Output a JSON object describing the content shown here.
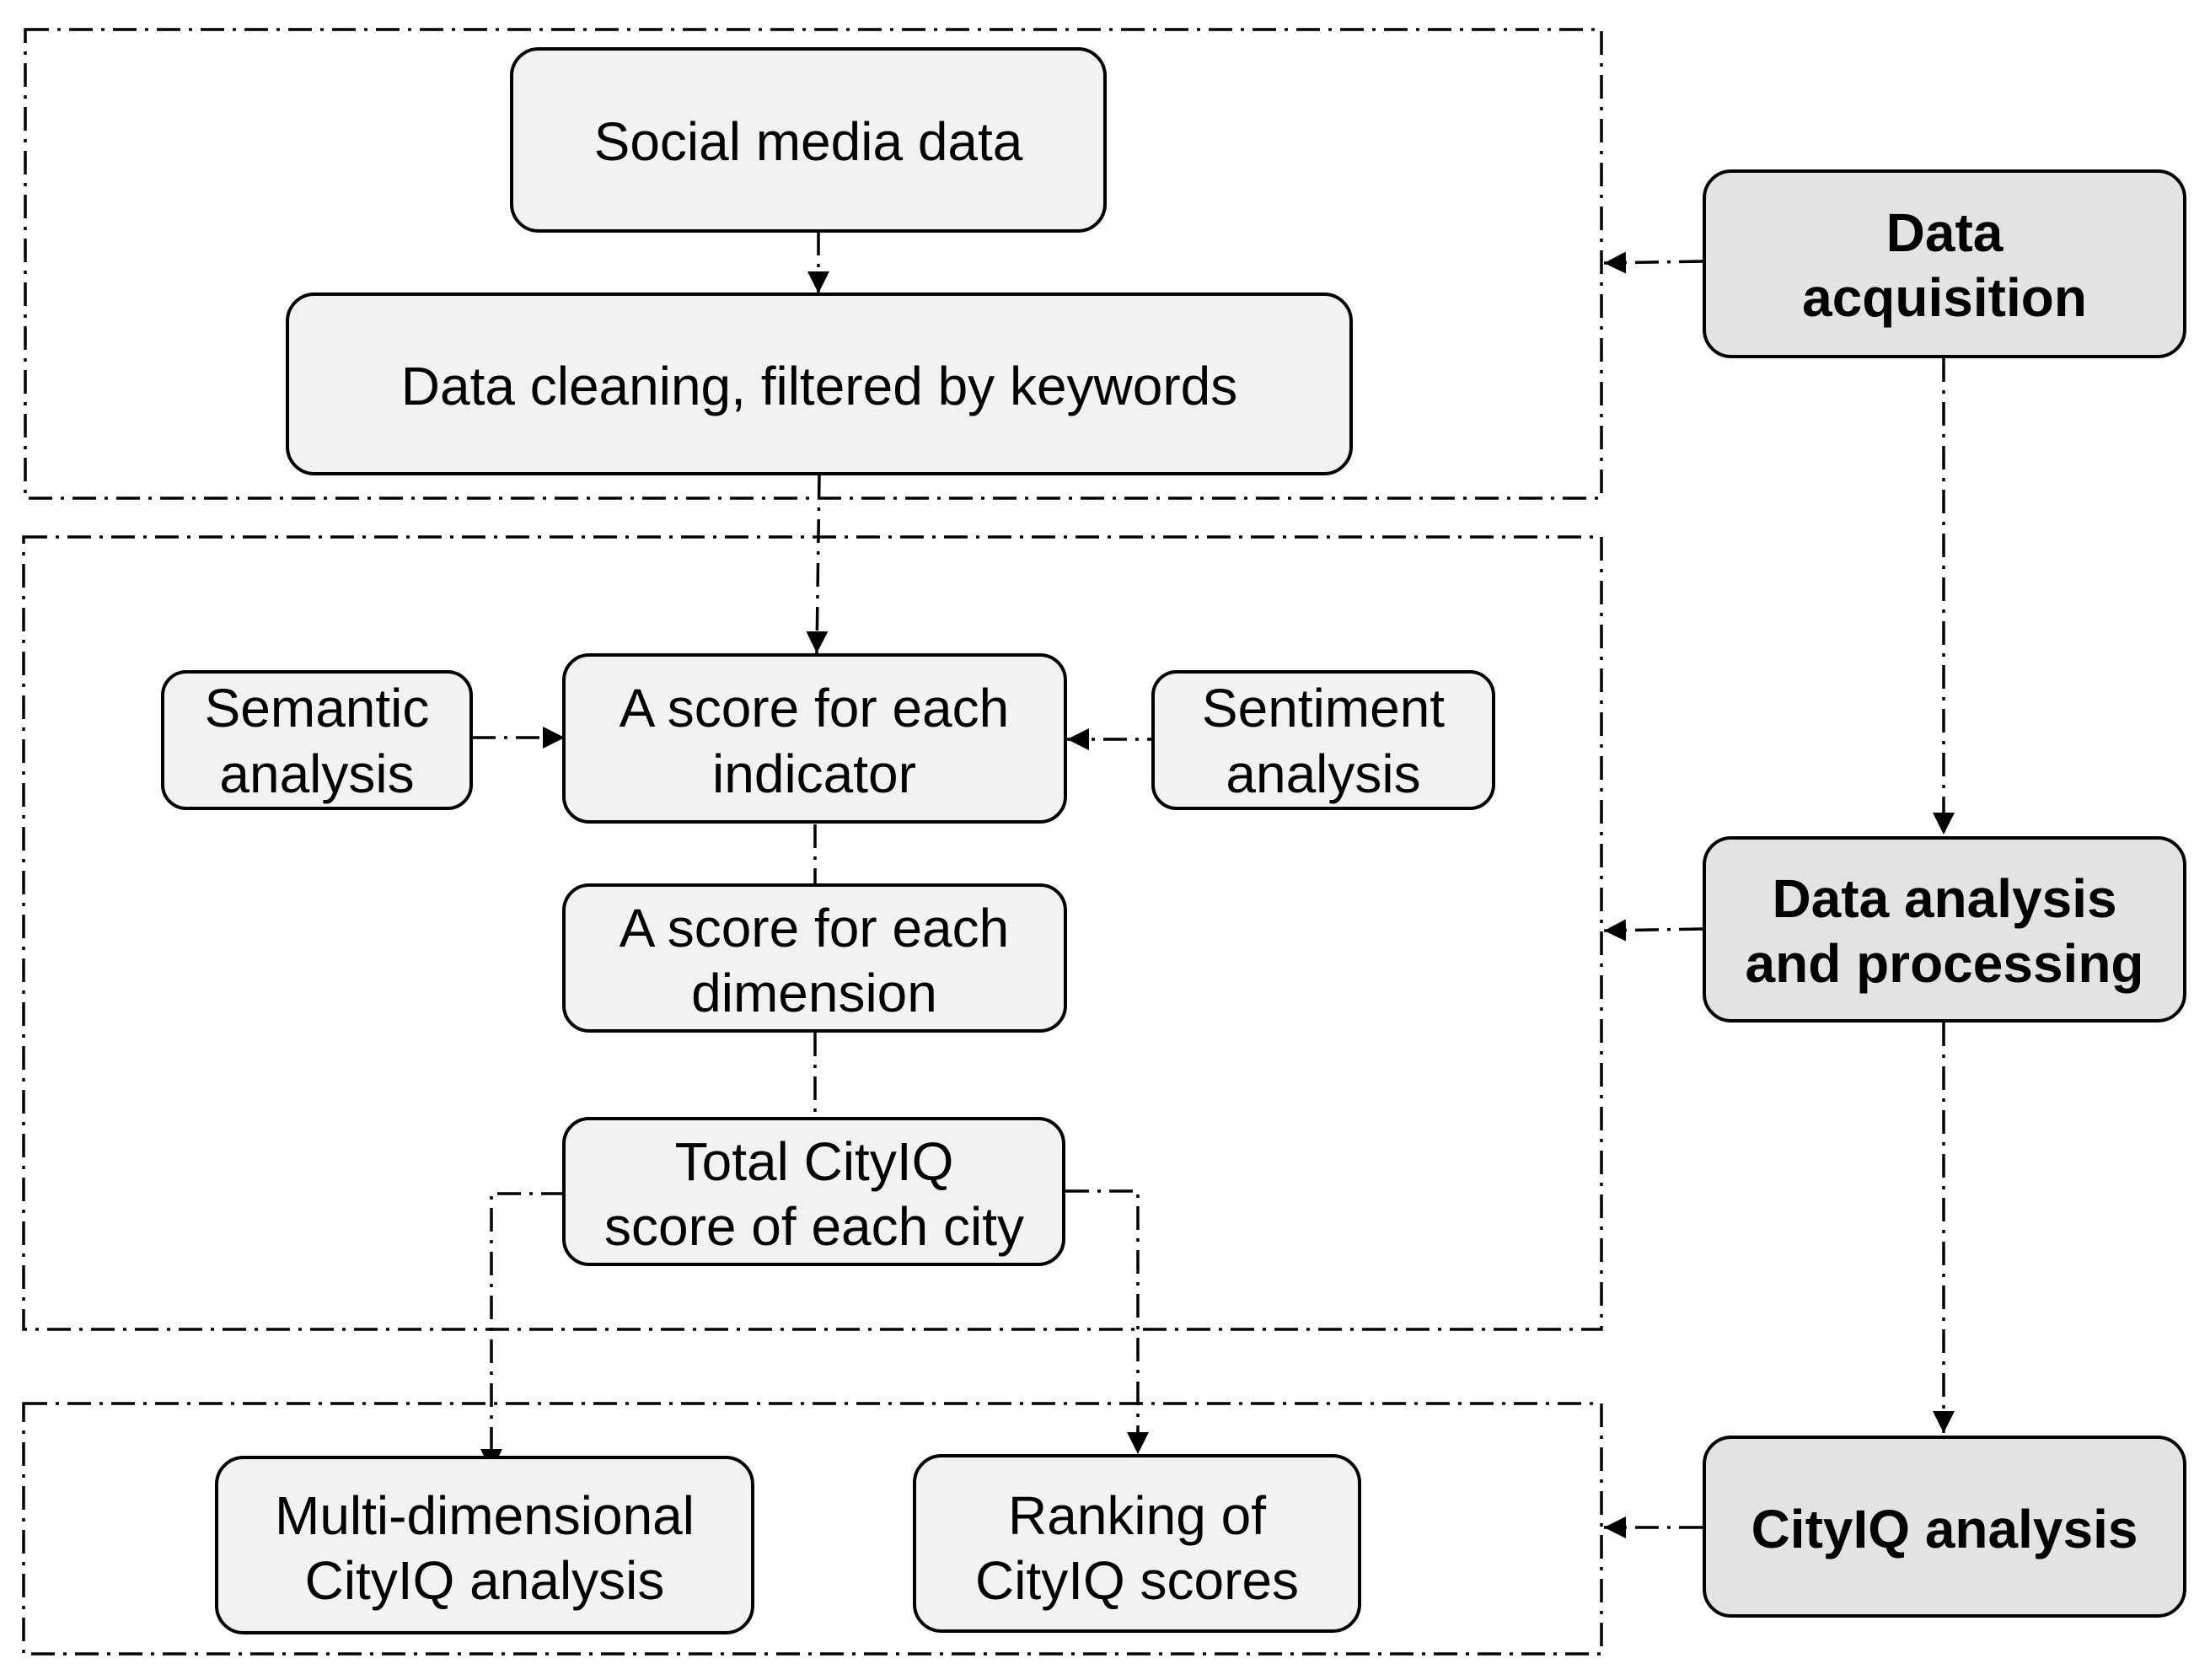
{
  "nodes": {
    "social_media": {
      "lines": [
        "Social media data"
      ]
    },
    "data_cleaning": {
      "lines": [
        "Data cleaning, filtered by keywords"
      ]
    },
    "semantic": {
      "lines": [
        "Semantic",
        "analysis"
      ]
    },
    "indicator_score": {
      "lines": [
        "A score for each",
        "indicator"
      ]
    },
    "sentiment": {
      "lines": [
        "Sentiment",
        "analysis"
      ]
    },
    "dimension_score": {
      "lines": [
        "A score for each",
        "dimension"
      ]
    },
    "total_score": {
      "lines": [
        "Total CityIQ",
        "score of each city"
      ]
    },
    "multi_dim": {
      "lines": [
        "Multi-dimensional",
        "CityIQ analysis"
      ]
    },
    "ranking": {
      "lines": [
        "Ranking of",
        "CityIQ scores"
      ]
    }
  },
  "stages": {
    "acquisition": {
      "lines": [
        "Data",
        "acquisition"
      ]
    },
    "processing": {
      "lines": [
        "Data analysis",
        "and processing"
      ]
    },
    "cityiq": {
      "lines": [
        "CityIQ analysis"
      ]
    }
  },
  "colors": {
    "box_fill": "#f2f2f2",
    "stage_fill": "#e3e3e3",
    "stroke": "#000000"
  }
}
